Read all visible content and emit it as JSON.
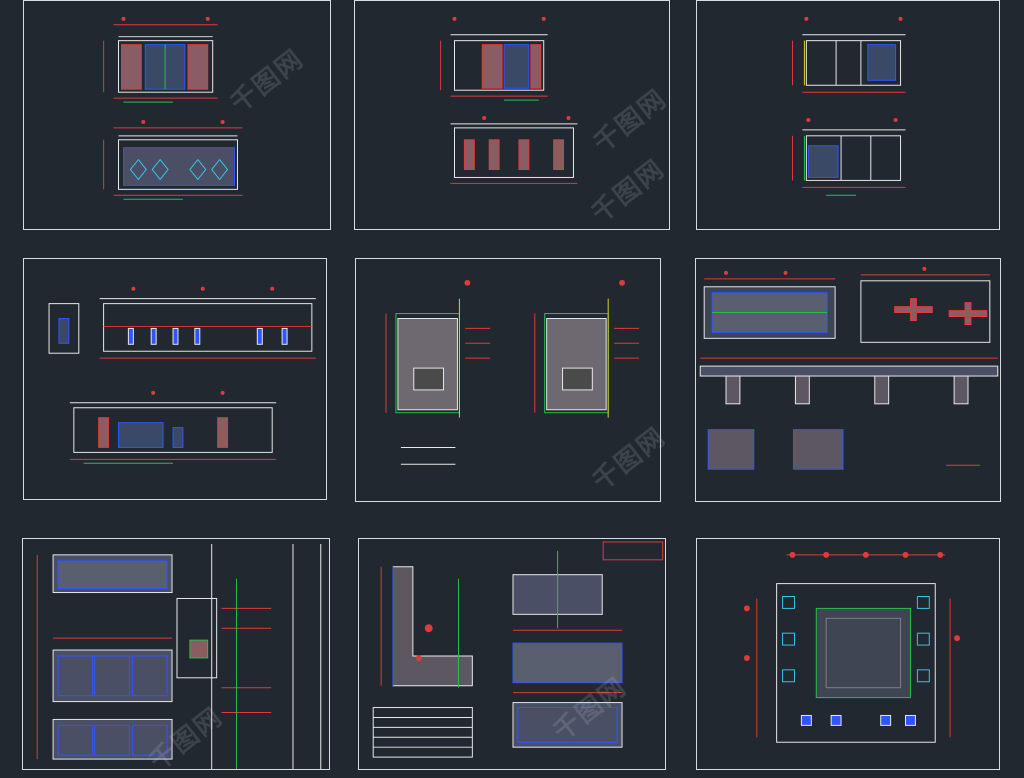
{
  "watermark": {
    "text": "千图网",
    "icon": "qiantu-logo-icon",
    "color": "#cfd3d8"
  },
  "colors": {
    "background": "#212830",
    "sheet_border": "#d9dde0",
    "line_white": "#e8e8e8",
    "dim_red": "#e03a3a",
    "green": "#21c24a",
    "blue": "#2f55ff",
    "yellow": "#e0d21a",
    "magenta": "#d040c0",
    "cyan": "#35c6e6",
    "hatch": "#8a7a86"
  },
  "sheets": [
    {
      "id": "elevation-doors",
      "kind": "elevation"
    },
    {
      "id": "elevation-panels",
      "kind": "elevation"
    },
    {
      "id": "elevation-section",
      "kind": "elevation"
    },
    {
      "id": "urinal-elevation",
      "kind": "elevation"
    },
    {
      "id": "wall-section",
      "kind": "section"
    },
    {
      "id": "counter-detail",
      "kind": "detail"
    },
    {
      "id": "cabinet-detail",
      "kind": "detail"
    },
    {
      "id": "reception-desk-detail",
      "kind": "detail"
    },
    {
      "id": "floor-plan",
      "kind": "plan"
    }
  ]
}
